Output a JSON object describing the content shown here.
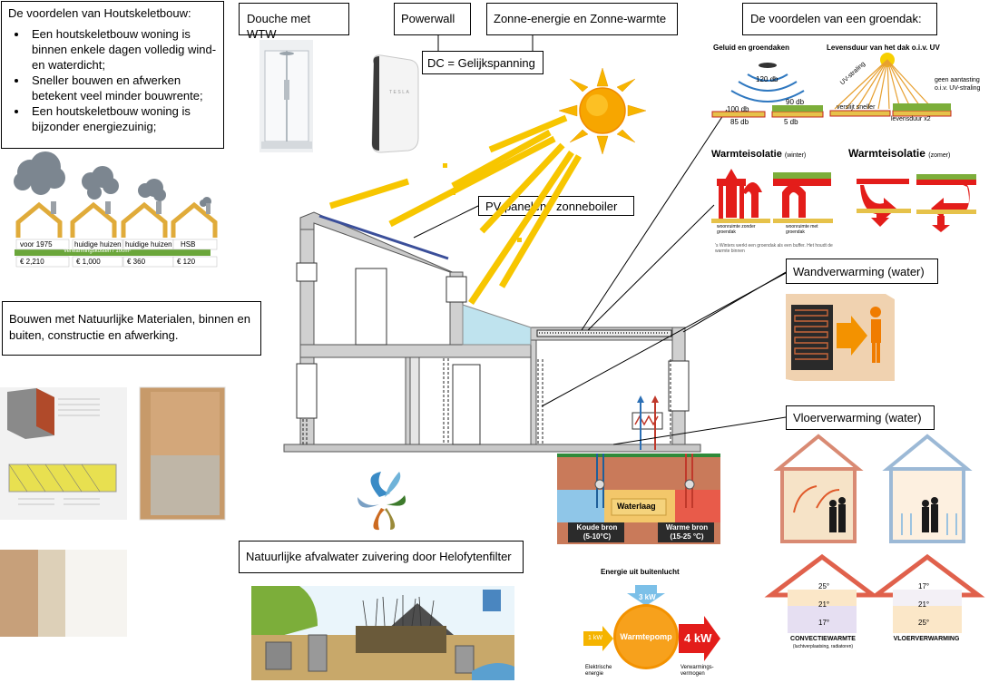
{
  "labels": {
    "houtskelet_title": "De voordelen van Houtskeletbouw:",
    "houtskelet_items": [
      "Een houtskeletbouw woning is binnen enkele dagen volledig wind- en waterdicht;",
      "Sneller bouwen en afwerken betekent veel minder bouwrente;",
      "Een houtskeletbouw woning is bijzonder energiezuinig;"
    ],
    "douche": "Douche met WTW",
    "powerwall": "Powerwall",
    "zonne": "Zonne-energie en Zonne-warmte",
    "dc": "DC = Gelijkspanning",
    "groendak": "De voordelen van een groendak:",
    "pv": "PV panelen / zonneboiler",
    "wandverwarming": "Wandverwarming (water)",
    "vloerverwarming": "Vloerverwarming (water)",
    "natuurlijke": "Bouwen met Natuurlijke Materialen, binnen en buiten, constructie en afwerking.",
    "helofyten": "Natuurlijke afvalwater zuivering door Helofytenfilter"
  },
  "houses": {
    "names": [
      "voor 1975",
      "huidige huizen",
      "huidige huizen",
      "HSB"
    ],
    "costs": [
      "€ 2,210",
      "€ 1,000",
      "€ 360",
      "€ 120"
    ],
    "bar_label": "Verwarmingskosten / 100m²"
  },
  "groendak": {
    "geluid_title": "Geluid en groendaken",
    "db_top": "120 db",
    "db_left_top": "100 db",
    "db_left_bottom": "85 db",
    "db_right_top": "90 db",
    "db_right_bottom": "5 db",
    "levensduur_title": "Levensduur van het dak o.i.v. UV",
    "uv": "UV-straling",
    "geen": "geen aantasting o.i.v. UV-straling",
    "verslijt": "verslijt sneller",
    "levensduur_x2": "levensduur x2",
    "winter_title": "Warmteisolatie",
    "winter_sub": "(winter)",
    "zomer_title": "Warmteisolatie",
    "zomer_sub": "(zomer)",
    "zonder": "woonruimte zonder groendak",
    "met": "woonruimte met groendak",
    "buffer": "'s Winters werkt een groendak als een buffer. Het houdt de warmte binnen"
  },
  "bodem": {
    "waterlaag": "Waterlaag",
    "koude": "Koude bron",
    "koude_temp": "(5-10°C)",
    "warme": "Warme bron",
    "warme_temp": "(15-25 °C)"
  },
  "warmtepomp": {
    "title": "Energie uit buitenlucht",
    "input_kw": "3 kW",
    "elec_kw": "1 kW",
    "center": "Warmtepomp",
    "output_kw": "4 kW",
    "elec_label": "Elektrische energie",
    "output_label": "Verwarmings-vermogen"
  },
  "verwarming": {
    "left_temps": [
      "25°",
      "21°",
      "17°"
    ],
    "right_temps": [
      "17°",
      "21°",
      "25°"
    ],
    "left_title": "CONVECTIEWARMTE",
    "left_sub": "(luchtverplaatsing, radiatoren)",
    "right_title": "VLOERVERWARMING"
  },
  "colors": {
    "sun": "#f7b500",
    "ray": "#f7c600",
    "green": "#5fa83c",
    "red": "#e31d1a",
    "wall_gray": "#cfcfcf",
    "house_wood": "#e6b445"
  }
}
